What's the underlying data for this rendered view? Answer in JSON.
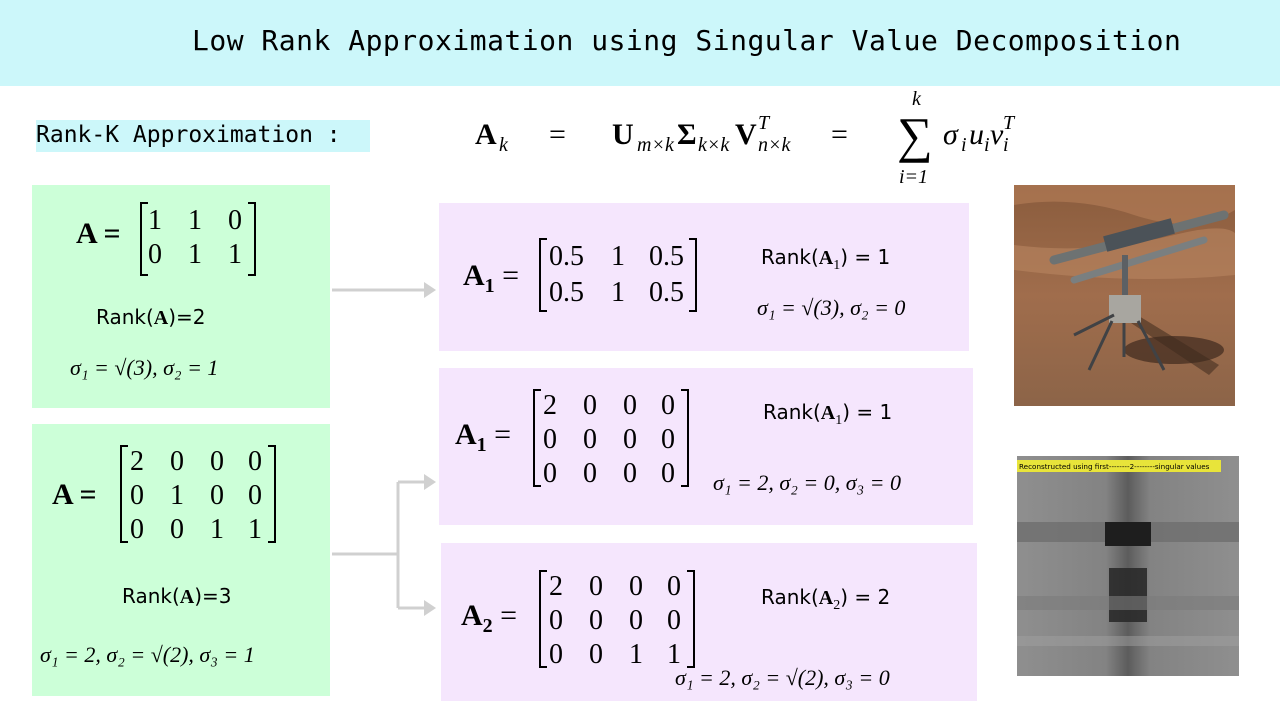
{
  "title": "Low Rank Approximation using Singular Value Decomposition",
  "rank_k_label": "Rank-K Approximation :",
  "formula": {
    "lhs": "A",
    "lhs_sub": "k",
    "equals": "=",
    "U": "U",
    "U_sub": "m×k",
    "Sigma": "Σ",
    "Sigma_sub": "k×k",
    "V": "V",
    "V_sub": "n×k",
    "V_sup": "T",
    "sum_top": "k",
    "sum_bottom": "i=1",
    "sum_symbol": "∑",
    "term": "σ",
    "term_sub1": "i",
    "u": "u",
    "u_sub": "i",
    "v": "v",
    "v_sub": "i",
    "v_sup": "T"
  },
  "example1": {
    "label": "A =",
    "matrix": [
      [
        "1",
        "1",
        "0"
      ],
      [
        "0",
        "1",
        "1"
      ]
    ],
    "rank_prefix": "Rank(",
    "rank_symbol": "A",
    "rank_suffix": ")=2",
    "sigmas": "σ₁ = √(3),    σ₂ = 1",
    "approx": {
      "label_main": "A",
      "label_sub": "1",
      "equals": "=",
      "matrix": [
        [
          "0.5",
          "1",
          "0.5"
        ],
        [
          "0.5",
          "1",
          "0.5"
        ]
      ],
      "rank_prefix": "Rank(",
      "rank_symbol": "A",
      "rank_sub": "1",
      "rank_suffix": ")  =  1",
      "sigmas": "σ₁ = √(3),    σ₂ = 0"
    }
  },
  "example2": {
    "label": "A =",
    "matrix": [
      [
        "2",
        "0",
        "0",
        "0"
      ],
      [
        "0",
        "1",
        "0",
        "0"
      ],
      [
        "0",
        "0",
        "1",
        "1"
      ]
    ],
    "rank_prefix": "Rank(",
    "rank_symbol": "A",
    "rank_suffix": ")=3",
    "sigmas": "σ₁ = 2,    σ₂ = √(2),    σ₃ = 1",
    "approx1": {
      "label_main": "A",
      "label_sub": "1",
      "equals": "=",
      "matrix": [
        [
          "2",
          "0",
          "0",
          "0"
        ],
        [
          "0",
          "0",
          "0",
          "0"
        ],
        [
          "0",
          "0",
          "0",
          "0"
        ]
      ],
      "rank_prefix": "Rank(",
      "rank_symbol": "A",
      "rank_sub": "1",
      "rank_suffix": ")  =  1",
      "sigmas": "σ₁ = 2,    σ₂ = 0,    σ₃ = 0"
    },
    "approx2": {
      "label_main": "A",
      "label_sub": "2",
      "equals": "=",
      "matrix": [
        [
          "2",
          "0",
          "0",
          "0"
        ],
        [
          "0",
          "0",
          "0",
          "0"
        ],
        [
          "0",
          "0",
          "1",
          "1"
        ]
      ],
      "rank_prefix": "Rank(",
      "rank_symbol": "A",
      "rank_sub": "2",
      "rank_suffix": ")  =  2",
      "sigmas": "σ₁ = 2,    σ₂ = √(2),    σ₃ = 0"
    }
  },
  "recon_caption": "Reconstructed using first--------2--------singular values",
  "colors": {
    "header_bg": "#ccf7fa",
    "green_box": "#ccffd8",
    "purple_box": "#f5e6fd",
    "arrow": "#d0d0d0",
    "caption_bg": "#e8e43a"
  }
}
